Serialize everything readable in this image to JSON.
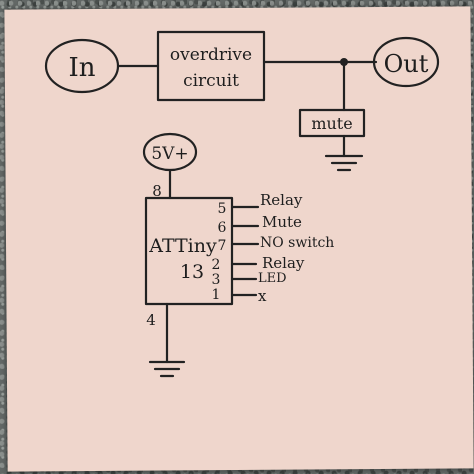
{
  "diagram": {
    "input_label": "In",
    "output_label": "Out",
    "overdrive_line1": "overdrive",
    "overdrive_line2": "circuit",
    "mute_label": "mute",
    "supply_label": "5V+",
    "chip_line1": "ATTiny",
    "chip_line2": "13",
    "pins": {
      "vcc": "8",
      "gnd": "4",
      "p5": "5",
      "p6": "6",
      "p7": "7",
      "p2": "2",
      "p3": "3",
      "p1": "1"
    },
    "pin_functions": {
      "p5": "Relay",
      "p6": "Mute",
      "p7": "NO switch",
      "p2": "Relay",
      "p3": "LED",
      "p1": "x"
    }
  }
}
